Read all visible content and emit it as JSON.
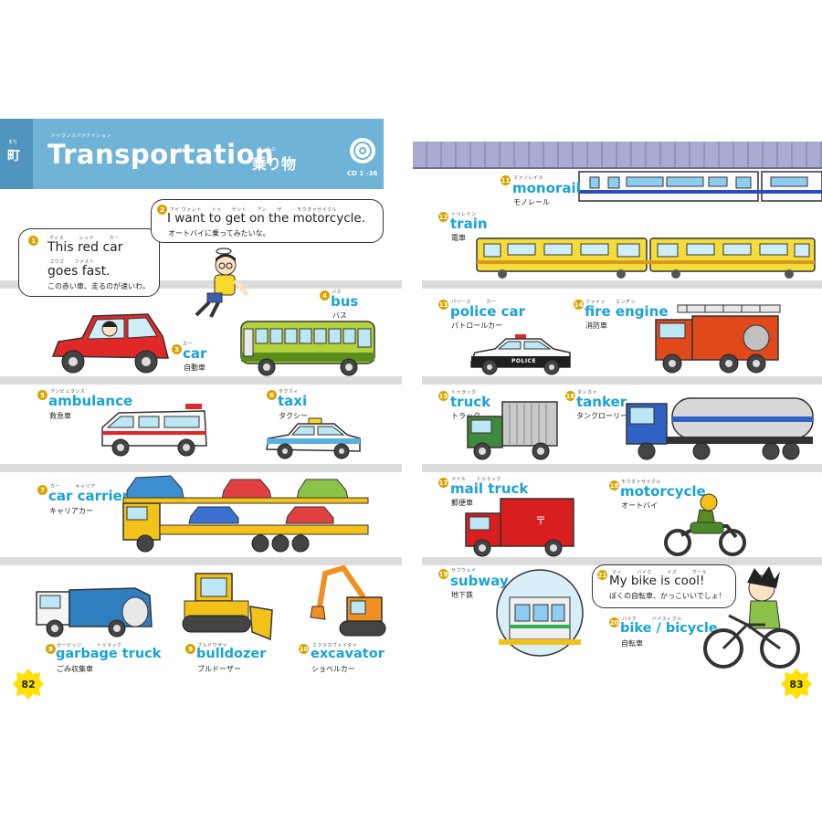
{
  "header": {
    "side_label": "町",
    "side_ruby": "まち",
    "title_ruby": "トゥランスパァテイション",
    "title": "Transportation",
    "title_jp": "乗り物",
    "title_jp_ruby": "の　もの",
    "cd_label": "CD 1 -36"
  },
  "speech": {
    "s1": {
      "num": "1",
      "ruby1": "ディス　　　レッド　　　カー",
      "line1": "This red car",
      "ruby2": "ゴウズ　　ファスト",
      "line2": "goes fast.",
      "jp": "この赤い車、走るのが速いわ。"
    },
    "s2": {
      "num": "2",
      "ruby": "アイ ワァント　　トゥ　　ゲット　　アン　　ザ　　　モウタァサイクル",
      "line": "I want to get on the motorcycle.",
      "jp": "オートバイに乗ってみたいな。"
    },
    "s21": {
      "num": "21",
      "ruby": "マィ　　　バイク　　　イズ　　　クール",
      "line": "My bike is cool!",
      "jp": "ぼくの自転車、かっこいいでしょ！"
    }
  },
  "vehicles": {
    "v3": {
      "num": "3",
      "ruby": "カー",
      "en": "car",
      "jp": "自動車"
    },
    "v4": {
      "num": "4",
      "ruby": "バス",
      "en": "bus",
      "jp": "バス"
    },
    "v5": {
      "num": "5",
      "ruby": "アンビュランス",
      "en": "ambulance",
      "jp": "救急車"
    },
    "v6": {
      "num": "6",
      "ruby": "タクスィ",
      "en": "taxi",
      "jp": "タクシー"
    },
    "v7": {
      "num": "7",
      "ruby": "カー　　　キャリア",
      "en": "car carrier",
      "jp": "キャリアカー"
    },
    "v8": {
      "num": "8",
      "ruby": "ガービッジ　　　トゥラック",
      "en": "garbage truck",
      "jp": "ごみ収集車"
    },
    "v9": {
      "num": "9",
      "ruby": "ブルドウザァ",
      "en": "bulldozer",
      "jp": "ブルドーザー"
    },
    "v10": {
      "num": "10",
      "ruby": "エクスカヴェイタァ",
      "en": "excavator",
      "jp": "ショベルカー"
    },
    "v11": {
      "num": "11",
      "ruby": "マァノレイル",
      "en": "monorail",
      "jp": "モノレール"
    },
    "v12": {
      "num": "12",
      "ruby": "トゥレイン",
      "en": "train",
      "jp": "電車"
    },
    "v13": {
      "num": "13",
      "ruby": "パリース　　　カー",
      "en": "police car",
      "jp": "パトロールカー"
    },
    "v14": {
      "num": "14",
      "ruby": "ファイァ　　エンヂン",
      "en": "fire engine",
      "jp": "消防車"
    },
    "v15": {
      "num": "15",
      "ruby": "トゥラック",
      "en": "truck",
      "jp": "トラック"
    },
    "v16": {
      "num": "16",
      "ruby": "タンカァ",
      "en": "tanker",
      "jp": "タンクローリー"
    },
    "v17": {
      "num": "17",
      "ruby": "メイル　　トゥラック",
      "en": "mail truck",
      "jp": "郵便車"
    },
    "v18": {
      "num": "18",
      "ruby": "モウタァサイクル",
      "en": "motorcycle",
      "jp": "オートバイ"
    },
    "v19": {
      "num": "19",
      "ruby": "サブウェイ",
      "en": "subway",
      "jp": "地下鉄"
    },
    "v20": {
      "num": "20",
      "ruby": "バイク　　　バイスィクル",
      "en": "bike / bicycle",
      "jp": "自転車"
    }
  },
  "misc": {
    "police_text": "POLICE",
    "page_left": "82",
    "page_right": "83"
  },
  "colors": {
    "header_blue": "#6fb3d6",
    "accent_cyan": "#1aa3d5",
    "number_gold": "#d9a400",
    "page_badge": "#ffe000"
  }
}
